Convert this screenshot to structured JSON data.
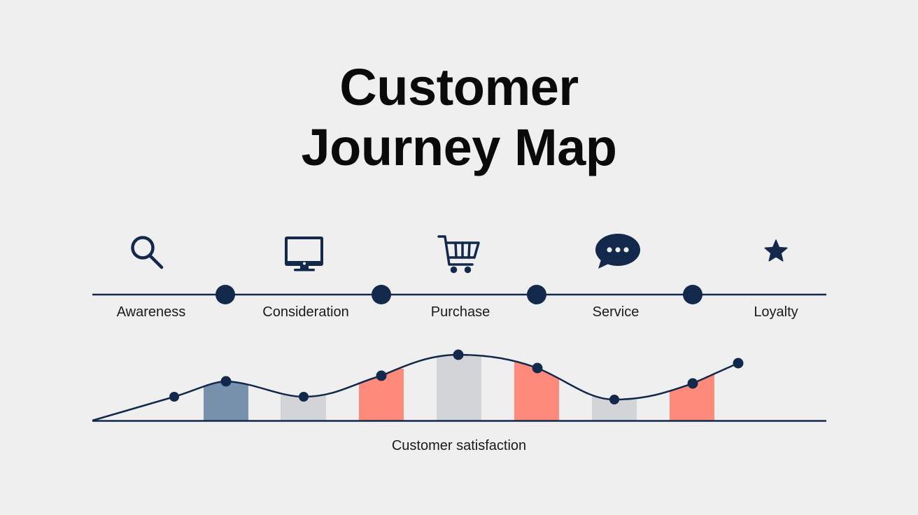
{
  "title": {
    "line1": "Customer",
    "line2": "Journey Map"
  },
  "colors": {
    "background": "#efefef",
    "navy": "#13294b",
    "slate_blue": "#7891ad",
    "gray": "#d3d4d8",
    "coral": "#fd8a7b",
    "text": "#111111"
  },
  "stages": [
    {
      "label": "Awareness",
      "icon": "search-icon"
    },
    {
      "label": "Consideration",
      "icon": "monitor-icon"
    },
    {
      "label": "Purchase",
      "icon": "shopping-cart-icon"
    },
    {
      "label": "Service",
      "icon": "chat-bubble-icon"
    },
    {
      "label": "Loyalty",
      "icon": "star-icon"
    }
  ],
  "caption": "Customer satisfaction",
  "chart_data": {
    "type": "line",
    "title": "Customer satisfaction",
    "xlabel": "Customer satisfaction",
    "ylabel": "",
    "grid": false,
    "legend": null,
    "stages": [
      "Awareness",
      "Consideration",
      "Purchase",
      "Service",
      "Loyalty"
    ],
    "curve_points_relative_height": [
      0.0,
      0.34,
      0.56,
      0.34,
      0.64,
      0.94,
      0.75,
      0.3,
      0.53,
      0.82
    ],
    "bars": [
      {
        "index": 1,
        "color": "slate_blue",
        "relative_height": 0.56
      },
      {
        "index": 2,
        "color": "gray",
        "relative_height": 0.38
      },
      {
        "index": 3,
        "color": "coral",
        "relative_height": 0.74
      },
      {
        "index": 4,
        "color": "gray",
        "relative_height": 0.94
      },
      {
        "index": 5,
        "color": "coral",
        "relative_height": 0.84
      },
      {
        "index": 6,
        "color": "gray",
        "relative_height": 0.38
      },
      {
        "index": 7,
        "color": "coral",
        "relative_height": 0.66
      }
    ]
  }
}
